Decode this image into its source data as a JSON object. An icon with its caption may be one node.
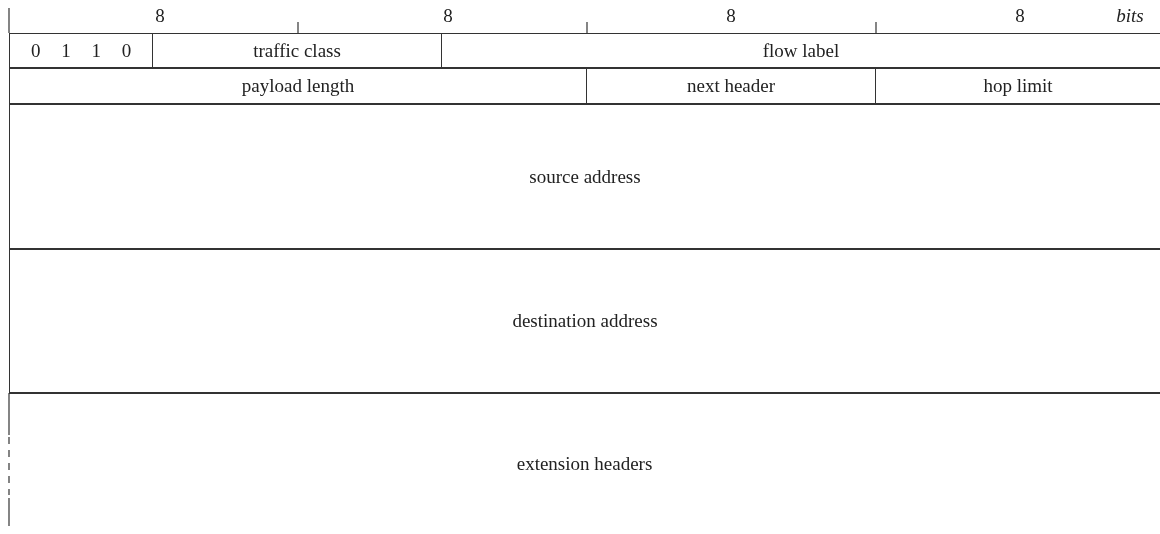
{
  "diagram": {
    "nodes": [
      {
        "text": [
          "0 1 1 0"
        ]
      },
      {
        "text": [
          "traffic class"
        ]
      },
      {
        "text": [
          "flow label"
        ]
      },
      {
        "text": [
          "payload length"
        ]
      },
      {
        "text": [
          "next header"
        ]
      },
      {
        "text": [
          "hop limit"
        ]
      },
      {
        "text": [
          "source address"
        ]
      },
      {
        "text": [
          "destination address"
        ]
      },
      {
        "text": [
          "extension headers"
        ]
      }
    ],
    "labels": [
      "8",
      "8",
      "8",
      "8",
      "bits"
    ]
  }
}
